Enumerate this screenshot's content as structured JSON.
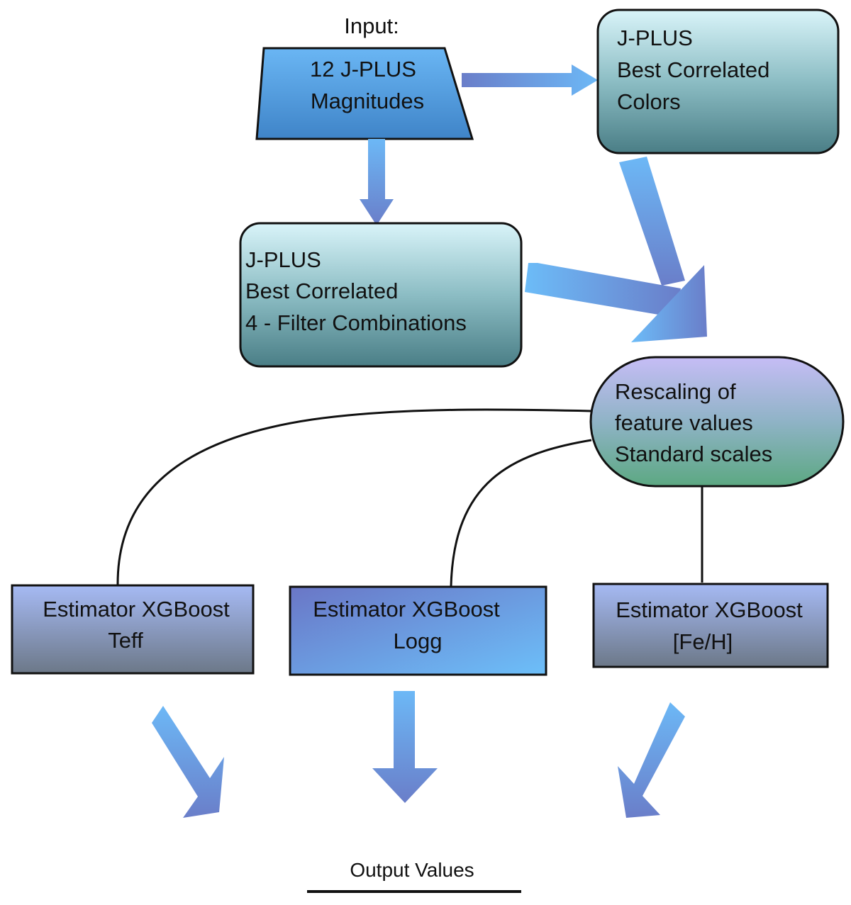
{
  "input_label": "Input:",
  "nodes": {
    "magnitudes": {
      "lines": [
        "12 J-PLUS",
        "Magnitudes"
      ]
    },
    "colors": {
      "lines": [
        "J-PLUS",
        "Best Correlated",
        "Colors"
      ]
    },
    "combinations": {
      "lines": [
        "J-PLUS",
        "Best Correlated",
        "4 - Filter Combinations"
      ]
    },
    "rescaling": {
      "lines": [
        "Rescaling of",
        "feature values",
        "Standard scales"
      ]
    },
    "teff": {
      "lines": [
        "Estimator XGBoost",
        "Teff"
      ]
    },
    "logg": {
      "lines": [
        "Estimator XGBoost",
        "Logg"
      ]
    },
    "feh": {
      "lines": [
        "Estimator XGBoost",
        "[Fe/H]"
      ]
    }
  },
  "output_label": "Output Values",
  "colors": {
    "arrow_light": "#6cb8f6",
    "arrow_dark": "#6a7ec9",
    "teal_top": "#d8f3f8",
    "teal_bottom": "#4a7f86",
    "trap_top": "#6ab6f4",
    "trap_bottom": "#3f84c8",
    "pill_top": "#c5bdf5",
    "pill_bottom": "#5ea882",
    "est_top": "#a5b8f2",
    "est_bottom": "#6d7a8c",
    "logg_left": "#6a78c8",
    "logg_right": "#6cbcf8"
  }
}
